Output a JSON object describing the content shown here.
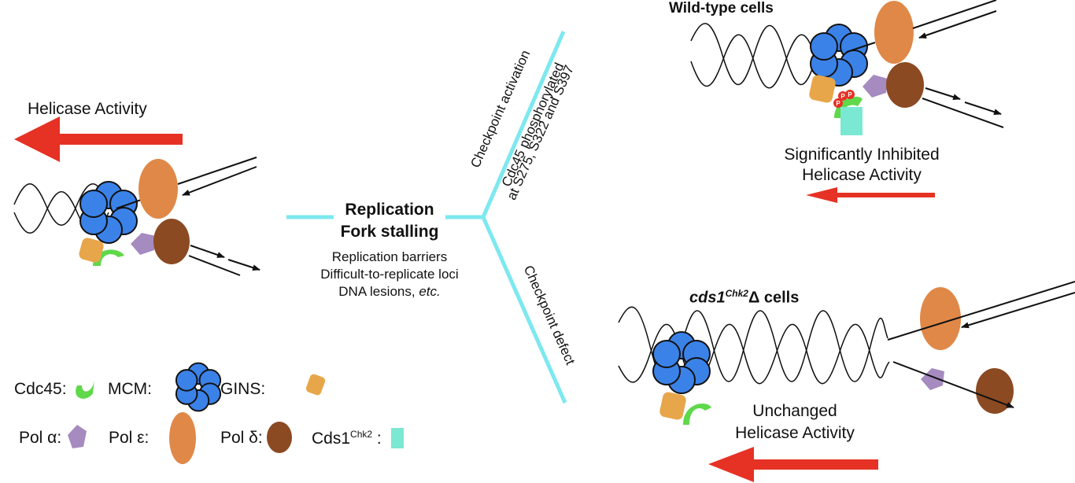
{
  "colors": {
    "mcm": "#3b82e8",
    "cdc45": "#5fd84a",
    "gins": "#e8a64a",
    "pol_alpha": "#a58bc0",
    "pol_epsilon": "#e08848",
    "pol_delta": "#8b4a22",
    "cds1": "#7ae8d2",
    "arrow_red": "#e53225",
    "branch": "#7de8ef",
    "phospho": "#e53225"
  },
  "left": {
    "title": "Helicase Activity"
  },
  "center": {
    "title_line1": "Replication",
    "title_line2": "Fork stalling",
    "causes": [
      "Replication barriers",
      "Difficult-to-replicate loci",
      "DNA lesions, "
    ],
    "causes_italic_tail": "etc."
  },
  "branches": {
    "upper_label": "Checkpoint activation",
    "upper_sub_line1": "Cdc45 phosphorylated",
    "upper_sub_line2": "at S275, S322 and S397",
    "lower_label": "Checkpoint defect"
  },
  "wildtype": {
    "title": "Wild-type cells",
    "phospho_label": "P",
    "result_line1": "Significantly Inhibited",
    "result_line2": "Helicase Activity"
  },
  "mutant": {
    "title_main": "cds1",
    "title_sup": "Chk2",
    "title_tail": "Δ cells",
    "result_line1": "Unchanged",
    "result_line2": "Helicase Activity"
  },
  "legend": {
    "items": [
      {
        "label": "Cdc45:",
        "icon": "cdc45-icon"
      },
      {
        "label": "MCM:",
        "icon": "mcm-icon"
      },
      {
        "label": "GINS:",
        "icon": "gins-icon"
      },
      {
        "label": "Pol α:",
        "icon": "pol-alpha-icon"
      },
      {
        "label": "Pol ε:",
        "icon": "pol-epsilon-icon"
      },
      {
        "label": "Pol δ:",
        "icon": "pol-delta-icon"
      },
      {
        "label_main": "Cds1",
        "label_sup": "Chk2",
        "label_tail": " :",
        "icon": "cds1-icon"
      }
    ]
  }
}
